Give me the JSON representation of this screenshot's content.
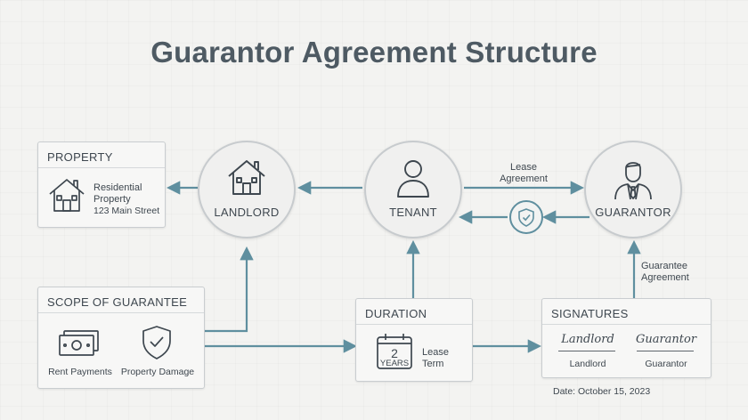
{
  "title": "Guarantor Agreement Structure",
  "colors": {
    "arrow": "#5f8f9f",
    "border": "#c9cdd0",
    "text": "#3e474f"
  },
  "nodes": {
    "landlord": {
      "label": "LANDLORD",
      "icon": "house-icon"
    },
    "tenant": {
      "label": "TENANT",
      "icon": "person-icon"
    },
    "guarantor": {
      "label": "GUARANTOR",
      "icon": "businessman-icon"
    }
  },
  "property": {
    "heading": "PROPERTY",
    "line1": "Residential",
    "line2": "Property",
    "line3": "123 Main Street"
  },
  "scope": {
    "heading": "SCOPE OF GUARANTEE",
    "items": [
      {
        "label": "Rent Payments",
        "icon": "cash-icon"
      },
      {
        "label": "Property Damage",
        "icon": "shield-check-icon"
      }
    ]
  },
  "duration": {
    "heading": "DURATION",
    "number": "2",
    "unit": "YEARS",
    "line1": "Lease",
    "line2": "Term"
  },
  "signatures": {
    "heading": "SIGNATURES",
    "landlord_script": "Landlord",
    "landlord_label": "Landlord",
    "guarantor_script": "Guarantor",
    "guarantor_label": "Guarantor",
    "date": "Date: October 15, 2023"
  },
  "edges": {
    "lease_line1": "Lease",
    "lease_line2": "Agreement",
    "guarantee_line1": "Guarantee",
    "guarantee_line2": "Agreement"
  }
}
